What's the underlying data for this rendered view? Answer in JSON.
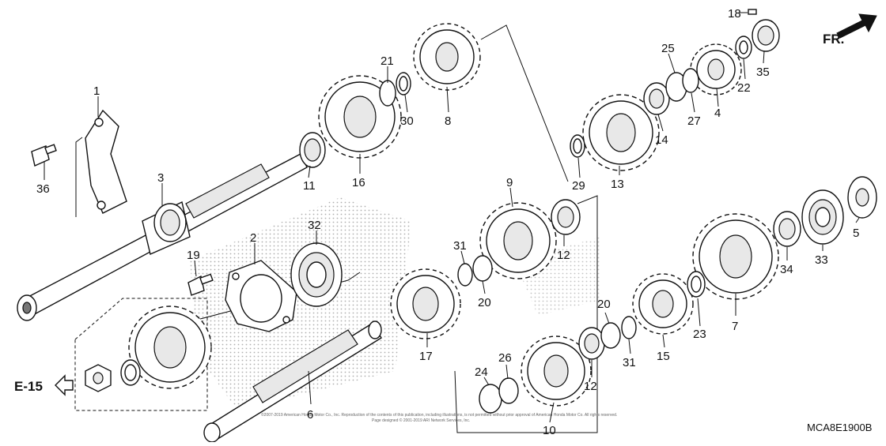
{
  "diagram": {
    "code": "MCA8E1900B",
    "reference": "E-15",
    "front_label": "FR.",
    "copyright_line1": "©2007-2019 American Honda Motor Co., Inc. Reproduction of the contents of this publication, including illustrations, is not permitted without prior approval of American Honda Motor Co. All rights reserved.",
    "copyright_line2": "Page designed © 2001-2019 ARI Network Services, Inc.",
    "callouts": [
      {
        "id": "1",
        "label": "1"
      },
      {
        "id": "2",
        "label": "2"
      },
      {
        "id": "3",
        "label": "3"
      },
      {
        "id": "4",
        "label": "4"
      },
      {
        "id": "5",
        "label": "5"
      },
      {
        "id": "6",
        "label": "6"
      },
      {
        "id": "7",
        "label": "7"
      },
      {
        "id": "8",
        "label": "8"
      },
      {
        "id": "9",
        "label": "9"
      },
      {
        "id": "10",
        "label": "10"
      },
      {
        "id": "11",
        "label": "11"
      },
      {
        "id": "12a",
        "label": "12"
      },
      {
        "id": "12b",
        "label": "12"
      },
      {
        "id": "13",
        "label": "13"
      },
      {
        "id": "14",
        "label": "14"
      },
      {
        "id": "15",
        "label": "15"
      },
      {
        "id": "16",
        "label": "16"
      },
      {
        "id": "17",
        "label": "17"
      },
      {
        "id": "18",
        "label": "18"
      },
      {
        "id": "19",
        "label": "19"
      },
      {
        "id": "20a",
        "label": "20"
      },
      {
        "id": "20b",
        "label": "20"
      },
      {
        "id": "21",
        "label": "21"
      },
      {
        "id": "22",
        "label": "22"
      },
      {
        "id": "23",
        "label": "23"
      },
      {
        "id": "24",
        "label": "24"
      },
      {
        "id": "25",
        "label": "25"
      },
      {
        "id": "26",
        "label": "26"
      },
      {
        "id": "27",
        "label": "27"
      },
      {
        "id": "29",
        "label": "29"
      },
      {
        "id": "30",
        "label": "30"
      },
      {
        "id": "31a",
        "label": "31"
      },
      {
        "id": "31b",
        "label": "31"
      },
      {
        "id": "32",
        "label": "32"
      },
      {
        "id": "33",
        "label": "33"
      },
      {
        "id": "34",
        "label": "34"
      },
      {
        "id": "35",
        "label": "35"
      },
      {
        "id": "36",
        "label": "36"
      }
    ]
  }
}
